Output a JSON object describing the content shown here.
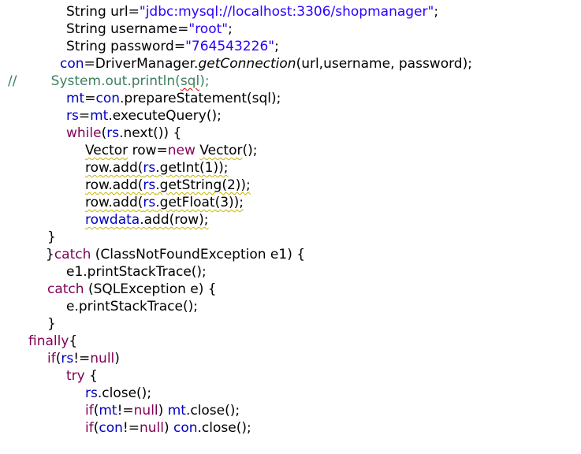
{
  "editor": {
    "lines": [
      {
        "indent": 84,
        "tokens": [
          {
            "t": "String url=",
            "c": "plain"
          },
          {
            "t": "\"jdbc:mysql://localhost:3306/shopmanager\"",
            "c": "str"
          },
          {
            "t": ";",
            "c": "plain"
          }
        ]
      },
      {
        "indent": 84,
        "tokens": [
          {
            "t": "String username=",
            "c": "plain"
          },
          {
            "t": "\"root\"",
            "c": "str"
          },
          {
            "t": ";",
            "c": "plain"
          }
        ]
      },
      {
        "indent": 84,
        "tokens": [
          {
            "t": "String password=",
            "c": "plain"
          },
          {
            "t": "\"764543226\"",
            "c": "str"
          },
          {
            "t": ";",
            "c": "plain"
          }
        ]
      },
      {
        "indent": 76,
        "tokens": [
          {
            "t": "con",
            "c": "field"
          },
          {
            "t": "=DriverManager.",
            "c": "plain"
          },
          {
            "t": "getConnection",
            "c": "italic"
          },
          {
            "t": "(url,username, password);",
            "c": "plain"
          }
        ]
      },
      {
        "indent": 10,
        "tokens": [
          {
            "t": "//        System.out.println(",
            "c": "comment"
          },
          {
            "t": "sql",
            "c": "comment-squiggle"
          },
          {
            "t": ");",
            "c": "comment"
          }
        ]
      },
      {
        "indent": 84,
        "tokens": [
          {
            "t": "mt",
            "c": "field"
          },
          {
            "t": "=",
            "c": "plain"
          },
          {
            "t": "con",
            "c": "field"
          },
          {
            "t": ".prepareStatement(sql);",
            "c": "plain"
          }
        ]
      },
      {
        "indent": 84,
        "tokens": [
          {
            "t": "rs",
            "c": "field"
          },
          {
            "t": "=",
            "c": "plain"
          },
          {
            "t": "mt",
            "c": "field"
          },
          {
            "t": ".executeQuery();",
            "c": "plain"
          }
        ]
      },
      {
        "indent": 84,
        "tokens": [
          {
            "t": "while",
            "c": "kw"
          },
          {
            "t": "(",
            "c": "plain"
          },
          {
            "t": "rs",
            "c": "field"
          },
          {
            "t": ".next()) {",
            "c": "plain"
          }
        ]
      },
      {
        "indent": 108,
        "tokens": [
          {
            "t": "Vector",
            "c": "plain-squiggle"
          },
          {
            "t": " row=",
            "c": "plain"
          },
          {
            "t": "new",
            "c": "kw"
          },
          {
            "t": " ",
            "c": "plain"
          },
          {
            "t": "Vector",
            "c": "plain-squiggle"
          },
          {
            "t": "();",
            "c": "plain"
          }
        ]
      },
      {
        "indent": 108,
        "tokens": [
          {
            "t": "row.add(",
            "c": "plain-squiggle"
          },
          {
            "t": "rs",
            "c": "field-squiggle"
          },
          {
            "t": ".getInt(1));",
            "c": "plain-squiggle"
          }
        ]
      },
      {
        "indent": 108,
        "tokens": [
          {
            "t": "row.add(",
            "c": "plain-squiggle"
          },
          {
            "t": "rs",
            "c": "field-squiggle"
          },
          {
            "t": ".getString(2));",
            "c": "plain-squiggle"
          }
        ]
      },
      {
        "indent": 108,
        "tokens": [
          {
            "t": "row.add(",
            "c": "plain-squiggle"
          },
          {
            "t": "rs",
            "c": "field-squiggle"
          },
          {
            "t": ".getFloat(3));",
            "c": "plain-squiggle"
          }
        ]
      },
      {
        "indent": 108,
        "tokens": [
          {
            "t": "rowdata",
            "c": "field-squiggle"
          },
          {
            "t": ".add(row);",
            "c": "plain-squiggle"
          }
        ]
      },
      {
        "indent": 60,
        "tokens": [
          {
            "t": "}",
            "c": "plain"
          }
        ]
      },
      {
        "indent": 58,
        "tokens": [
          {
            "t": "}",
            "c": "plain"
          },
          {
            "t": "catch",
            "c": "kw"
          },
          {
            "t": " (ClassNotFoundException e1) {",
            "c": "plain"
          }
        ]
      },
      {
        "indent": 84,
        "tokens": [
          {
            "t": "e1.printStackTrace();",
            "c": "plain"
          }
        ]
      },
      {
        "indent": 60,
        "tokens": [
          {
            "t": "catch",
            "c": "kw"
          },
          {
            "t": " (SQLException e) {",
            "c": "plain"
          }
        ]
      },
      {
        "indent": 84,
        "tokens": [
          {
            "t": "e.printStackTrace();",
            "c": "plain"
          }
        ]
      },
      {
        "indent": 60,
        "tokens": [
          {
            "t": "}",
            "c": "plain"
          }
        ]
      },
      {
        "indent": 36,
        "tokens": [
          {
            "t": "finally",
            "c": "kw"
          },
          {
            "t": "{",
            "c": "plain"
          }
        ]
      },
      {
        "indent": 60,
        "tokens": [
          {
            "t": "if",
            "c": "kw"
          },
          {
            "t": "(",
            "c": "plain"
          },
          {
            "t": "rs",
            "c": "field"
          },
          {
            "t": "!=",
            "c": "plain"
          },
          {
            "t": "null",
            "c": "kw"
          },
          {
            "t": ")",
            "c": "plain"
          }
        ]
      },
      {
        "indent": 84,
        "tokens": [
          {
            "t": "try",
            "c": "kw"
          },
          {
            "t": " {",
            "c": "plain"
          }
        ]
      },
      {
        "indent": 108,
        "tokens": [
          {
            "t": "rs",
            "c": "field"
          },
          {
            "t": ".close();",
            "c": "plain"
          }
        ]
      },
      {
        "indent": 108,
        "tokens": [
          {
            "t": "if",
            "c": "kw"
          },
          {
            "t": "(",
            "c": "plain"
          },
          {
            "t": "mt",
            "c": "field"
          },
          {
            "t": "!=",
            "c": "plain"
          },
          {
            "t": "null",
            "c": "kw"
          },
          {
            "t": ") ",
            "c": "plain"
          },
          {
            "t": "mt",
            "c": "field"
          },
          {
            "t": ".close();",
            "c": "plain"
          }
        ]
      },
      {
        "indent": 108,
        "tokens": [
          {
            "t": "if",
            "c": "kw"
          },
          {
            "t": "(",
            "c": "plain"
          },
          {
            "t": "con",
            "c": "field"
          },
          {
            "t": "!=",
            "c": "plain"
          },
          {
            "t": "null",
            "c": "kw"
          },
          {
            "t": ") ",
            "c": "plain"
          },
          {
            "t": "con",
            "c": "field"
          },
          {
            "t": ".close();",
            "c": "plain"
          }
        ]
      }
    ]
  },
  "colors": {
    "background": "#ffffff",
    "plain": "#000000",
    "keyword": "#7f0055",
    "string": "#2a00ff",
    "field": "#0000c0",
    "comment": "#3f7f5f",
    "warning_squiggle": "#c8b400"
  }
}
